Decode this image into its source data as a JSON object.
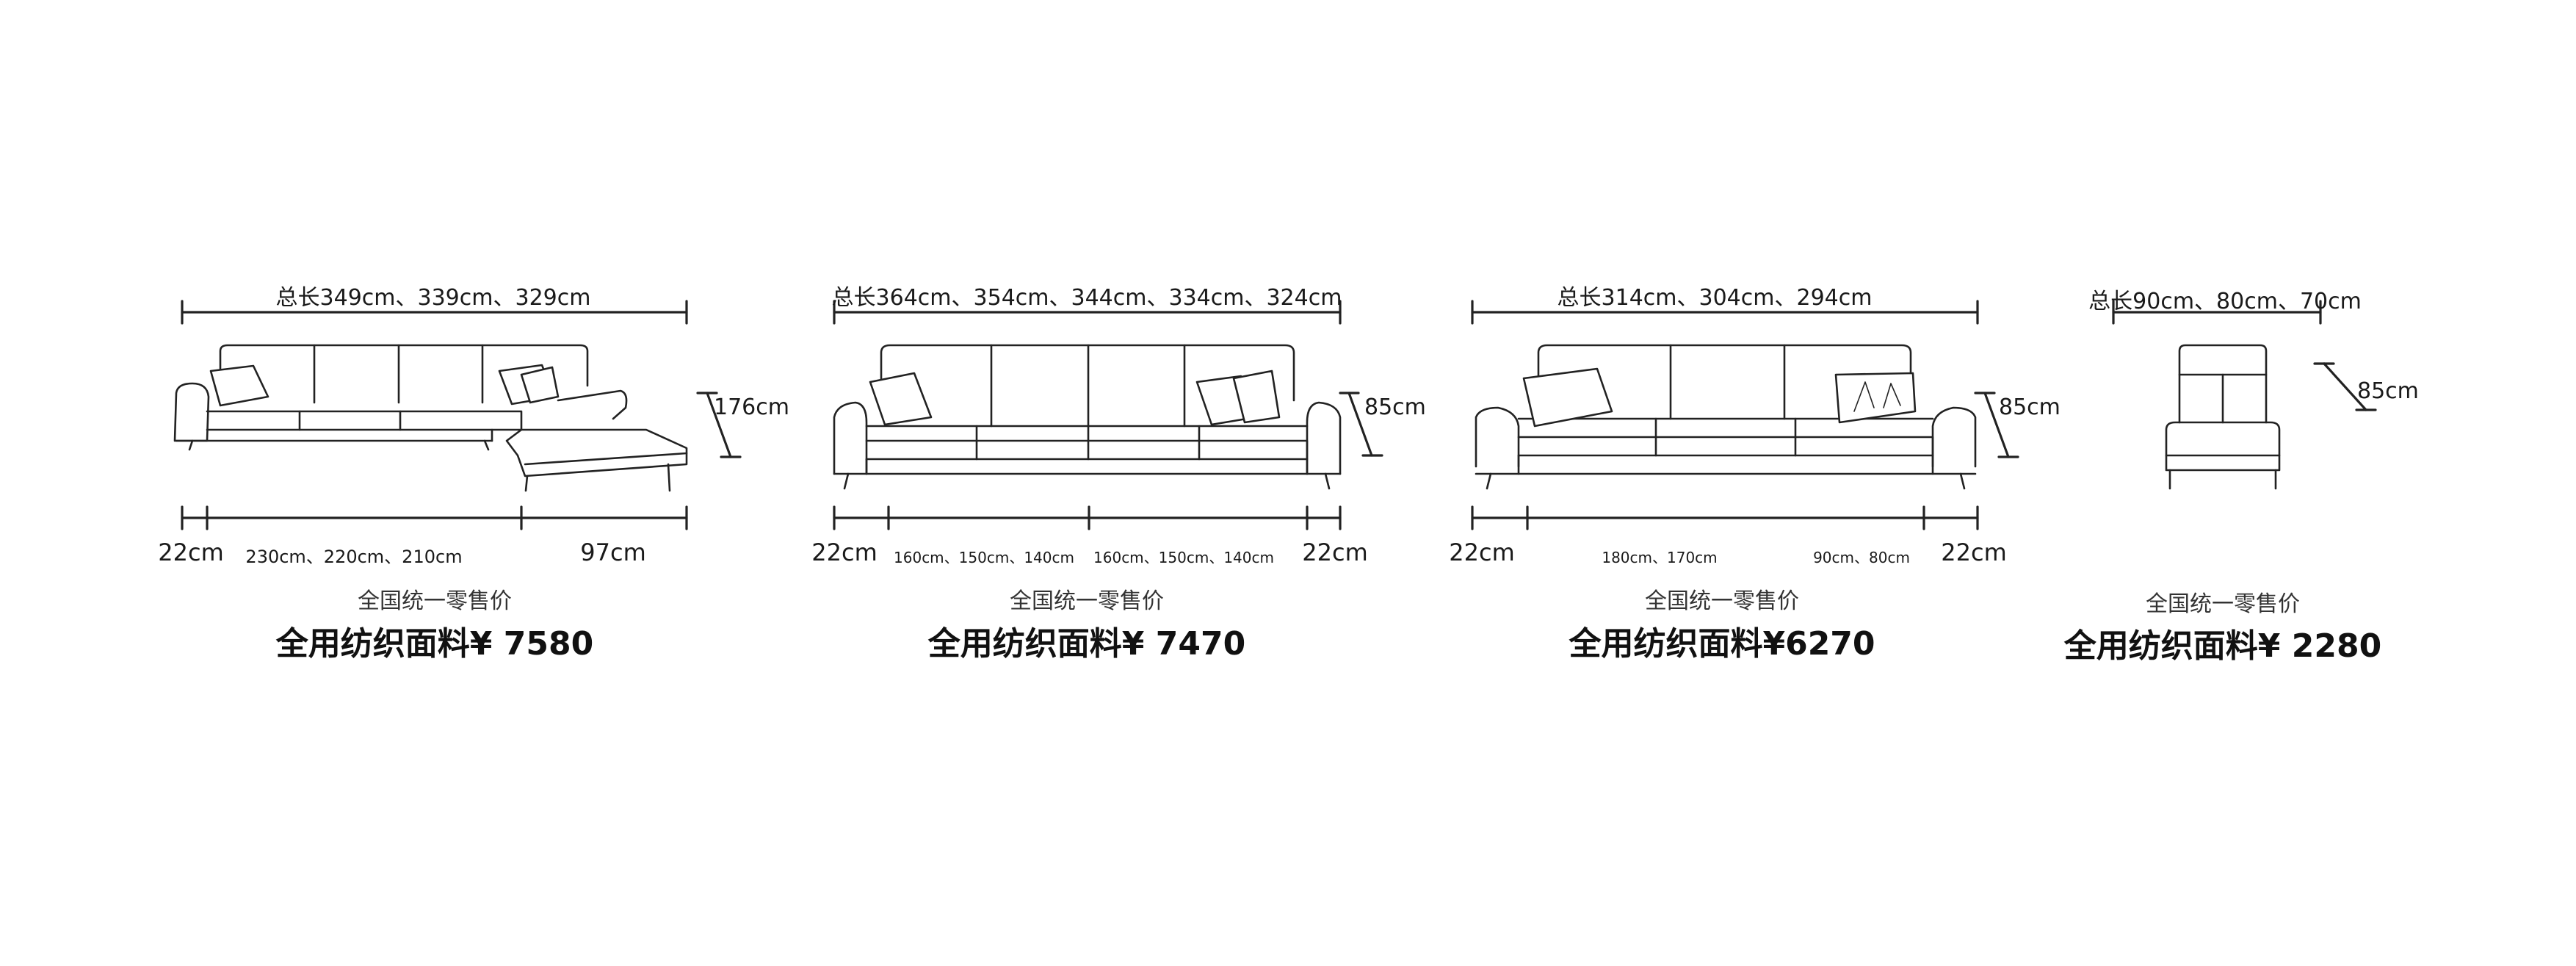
{
  "products": [
    {
      "total_length": "总长349cm、339cm、329cm",
      "height": "176cm",
      "bottom_dims": [
        "22cm",
        "230cm、220cm、210cm",
        "97cm"
      ],
      "retail_label": "全国统一零售价",
      "price_label": "全用纺织面料¥ 7580"
    },
    {
      "total_length": "总长364cm、354cm、344cm、334cm、324cm",
      "height": "85cm",
      "bottom_dims": [
        "22cm",
        "160cm、150cm、140cm",
        "160cm、150cm、140cm",
        "22cm"
      ],
      "retail_label": "全国统一零售价",
      "price_label": "全用纺织面料¥ 7470"
    },
    {
      "total_length": "总长314cm、304cm、294cm",
      "height": "85cm",
      "bottom_dims": [
        "22cm",
        "180cm、170cm",
        "90cm、80cm",
        "22cm"
      ],
      "retail_label": "全国统一零售价",
      "price_label": "全用纺织面料¥6270"
    },
    {
      "total_length": "总长90cm、80cm、70cm",
      "height": "85cm",
      "bottom_dims": [],
      "retail_label": "全国统一零售价",
      "price_label": "全用纺织面料¥ 2280"
    }
  ]
}
